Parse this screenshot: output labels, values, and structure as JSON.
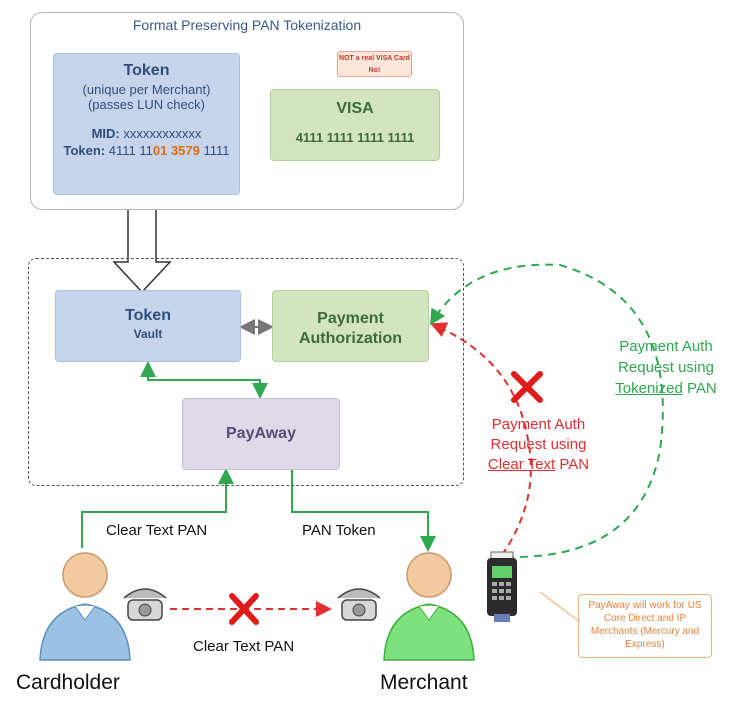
{
  "panel_title": "Format Preserving PAN Tokenization",
  "token_box": {
    "title": "Token",
    "line1": "(unique per Merchant)",
    "line2": "(passes LUN check)",
    "mid_label": "MID:",
    "mid_value": "xxxxxxxxxxxx",
    "token_label": "Token:",
    "token_part1": "4111 11",
    "token_highlight": "01 3579",
    "token_part2": " 1111"
  },
  "visa_box": {
    "title": "VISA",
    "number": "4111 1111 1111 1111",
    "callout": "NOT a real VISA Card No!"
  },
  "vault_box": {
    "title": "Token",
    "sub": "Vault"
  },
  "auth_box": {
    "title": "Payment Authorization"
  },
  "payaway_box": {
    "title": "PayAway"
  },
  "labels": {
    "clear_text_pan_up": "Clear Text PAN",
    "pan_token": "PAN Token",
    "clear_text_pan_bottom": "Clear Text PAN",
    "cardholder": "Cardholder",
    "merchant": "Merchant"
  },
  "red_request": {
    "line1": "Payment Auth",
    "line2": "Request using",
    "underlined": "Clear Text",
    "tail": " PAN"
  },
  "green_request": {
    "line1": "Payment  Auth",
    "line2": "Request using",
    "underlined": "Tokenized",
    "tail": " PAN"
  },
  "note": "PayAway will work for US Core Direct and IP Merchants (Mercury and Express)",
  "colors": {
    "token_highlight": "#e36c0a",
    "red": "#e03030",
    "green": "#2fa84f",
    "note": "#e7833a"
  }
}
